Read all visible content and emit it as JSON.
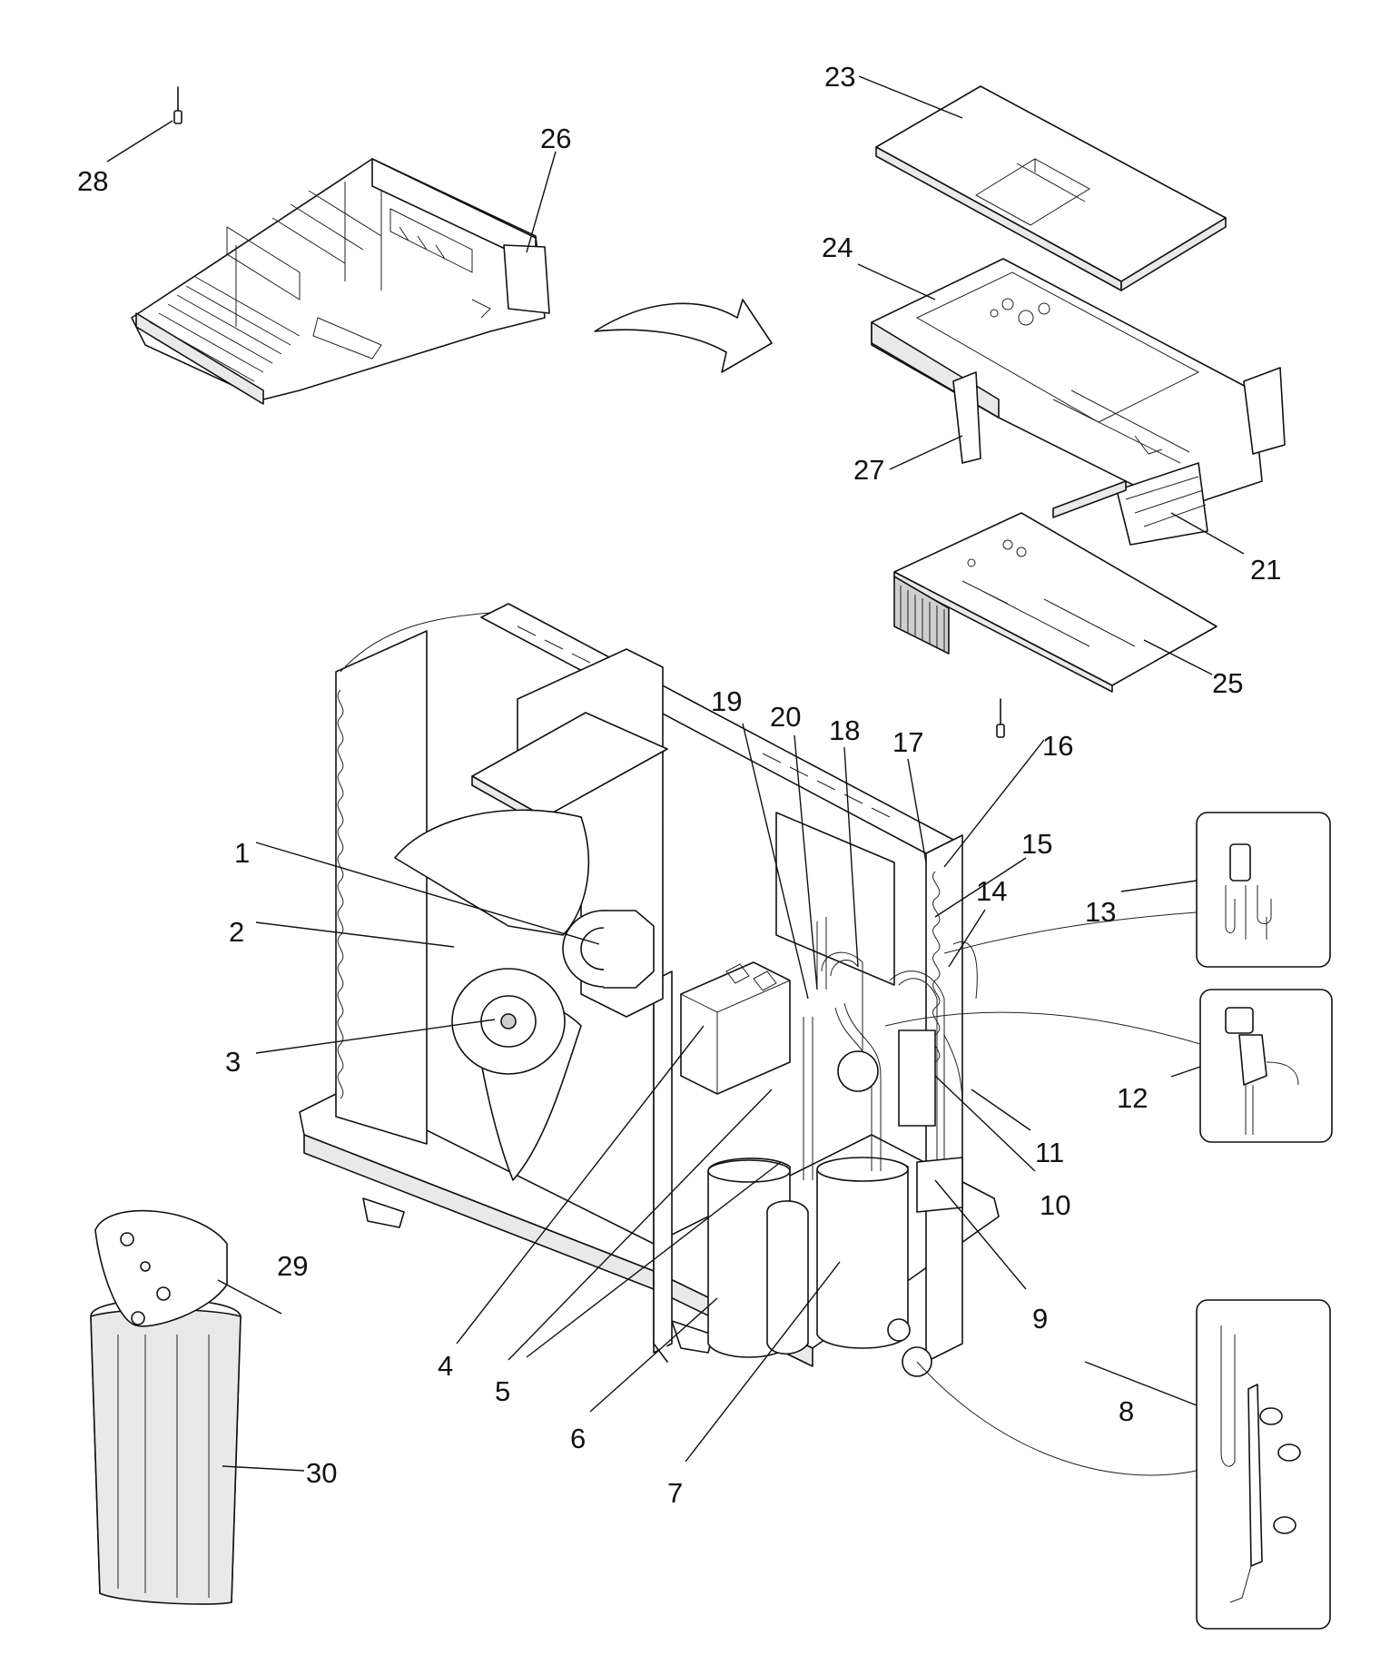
{
  "callouts": [
    {
      "id": "1",
      "label": "1"
    },
    {
      "id": "2",
      "label": "2"
    },
    {
      "id": "3",
      "label": "3"
    },
    {
      "id": "4",
      "label": "4"
    },
    {
      "id": "5",
      "label": "5"
    },
    {
      "id": "6",
      "label": "6"
    },
    {
      "id": "7",
      "label": "7"
    },
    {
      "id": "8",
      "label": "8"
    },
    {
      "id": "9",
      "label": "9"
    },
    {
      "id": "10",
      "label": "10"
    },
    {
      "id": "11",
      "label": "11"
    },
    {
      "id": "12",
      "label": "12"
    },
    {
      "id": "13",
      "label": "13"
    },
    {
      "id": "14",
      "label": "14"
    },
    {
      "id": "15",
      "label": "15"
    },
    {
      "id": "16",
      "label": "16"
    },
    {
      "id": "17",
      "label": "17"
    },
    {
      "id": "18",
      "label": "18"
    },
    {
      "id": "19",
      "label": "19"
    },
    {
      "id": "20",
      "label": "20"
    },
    {
      "id": "21",
      "label": "21"
    },
    {
      "id": "23",
      "label": "23"
    },
    {
      "id": "24",
      "label": "24"
    },
    {
      "id": "25",
      "label": "25"
    },
    {
      "id": "26",
      "label": "26"
    },
    {
      "id": "27",
      "label": "27"
    },
    {
      "id": "28",
      "label": "28"
    },
    {
      "id": "29",
      "label": "29"
    },
    {
      "id": "30",
      "label": "30"
    }
  ],
  "colors": {
    "line": "#111111",
    "background": "#ffffff",
    "shade": "#e9e9e9"
  }
}
